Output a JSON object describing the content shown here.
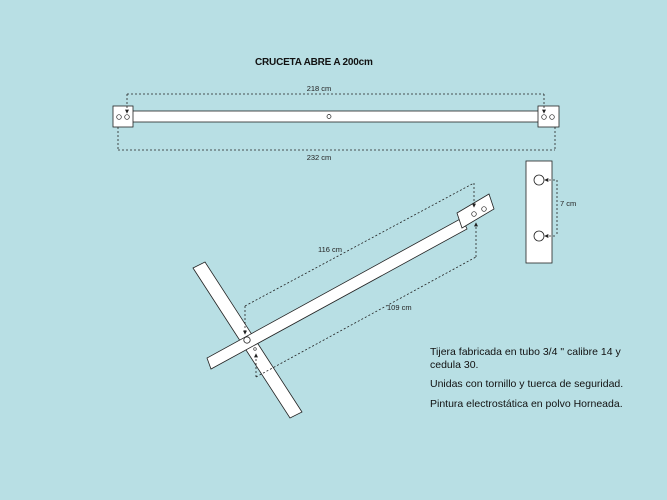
{
  "title": "CRUCETA ABRE A 200cm",
  "dimensions": {
    "inner_span": "218 cm",
    "outer_span": "232 cm",
    "hole_spacing": "7 cm",
    "arm_long": "116 cm",
    "arm_short": "109 cm"
  },
  "notes": [
    "Tijera fabricada en tubo 3/4 \" calibre 14 y cedula 30.",
    "Unidas con tornillo y tuerca de seguridad.",
    "Pintura electrostática en polvo Horneada."
  ],
  "colors": {
    "background": "#b8dfe4",
    "part_fill": "#ffffff",
    "line": "#222222"
  }
}
